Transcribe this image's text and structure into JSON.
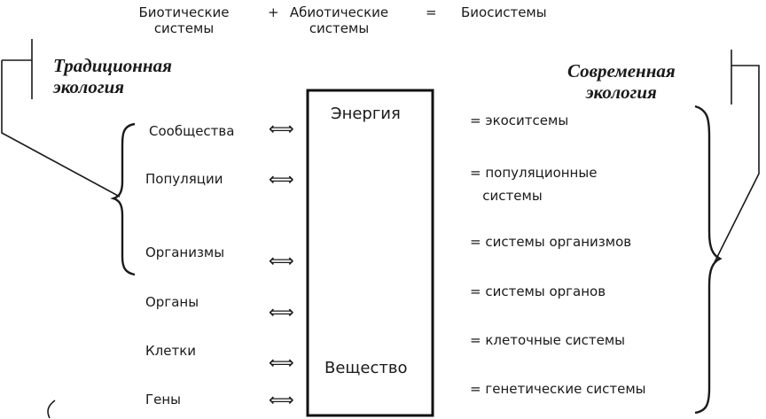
{
  "header": {
    "biotic": "Биотические\nсистемы",
    "plus": "+",
    "abiotic": "Абиотические\nсистемы",
    "equals": "=",
    "biosystems": "Биосистемы"
  },
  "traditional_title": "Традиционная\nэкология",
  "modern_title": "Современная\nэкология",
  "box": {
    "top": "Энергия",
    "bottom": "Вещество"
  },
  "levels": [
    "Сообщества",
    "Популяции",
    "Организмы",
    "Органы",
    "Клетки",
    "Гены"
  ],
  "systems": [
    "= экоситсемы",
    "= популяционные\n   системы",
    "= системы организмов",
    "= системы органов",
    "= клеточные системы",
    "= генетические системы"
  ],
  "arrow_symbol": "⟺"
}
